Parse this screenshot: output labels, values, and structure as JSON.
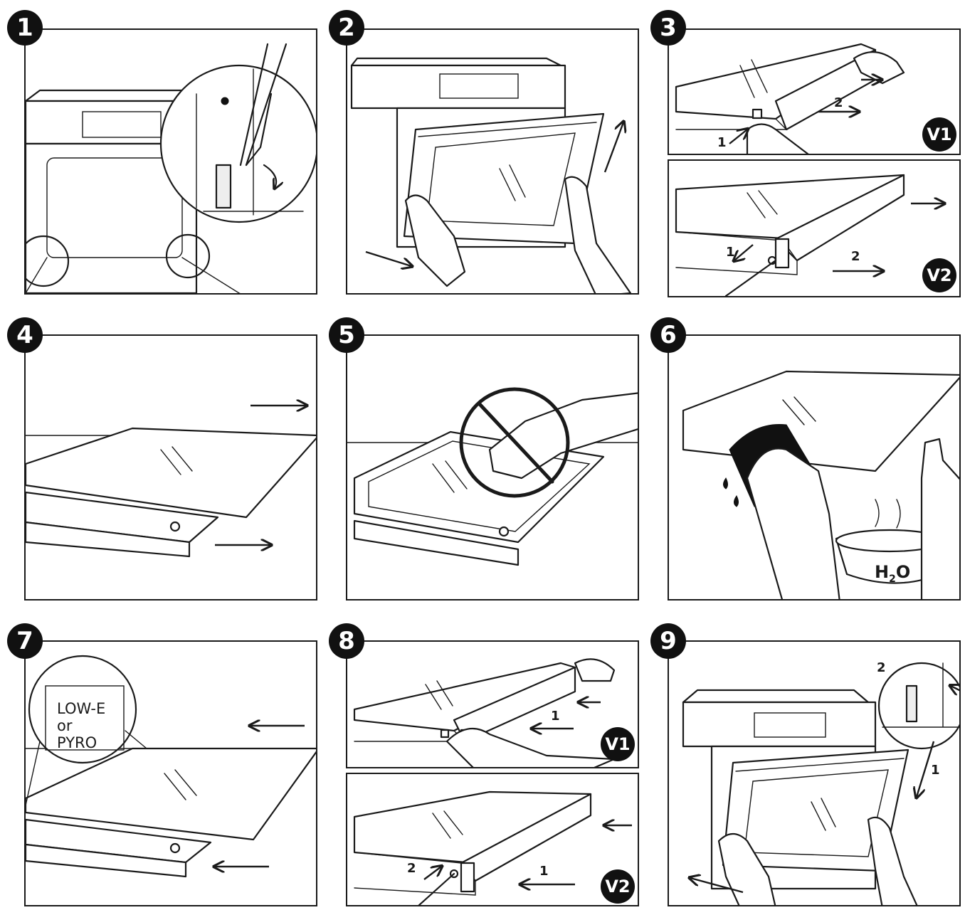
{
  "steps": [
    {
      "number": "1"
    },
    {
      "number": "2"
    },
    {
      "number": "3"
    },
    {
      "number": "4"
    },
    {
      "number": "5"
    },
    {
      "number": "6"
    },
    {
      "number": "7"
    },
    {
      "number": "8"
    },
    {
      "number": "9"
    }
  ],
  "variants": {
    "v1": "V1",
    "v2": "V2"
  },
  "labels": {
    "one": "1",
    "two": "2"
  },
  "step7": {
    "line1": "LOW-E",
    "line2": "or",
    "line3": "PYRO"
  },
  "step6": {
    "h": "H",
    "sub": "2",
    "o": "O"
  },
  "colors": {
    "ink": "#1a1a1a",
    "paper": "#ffffff"
  }
}
